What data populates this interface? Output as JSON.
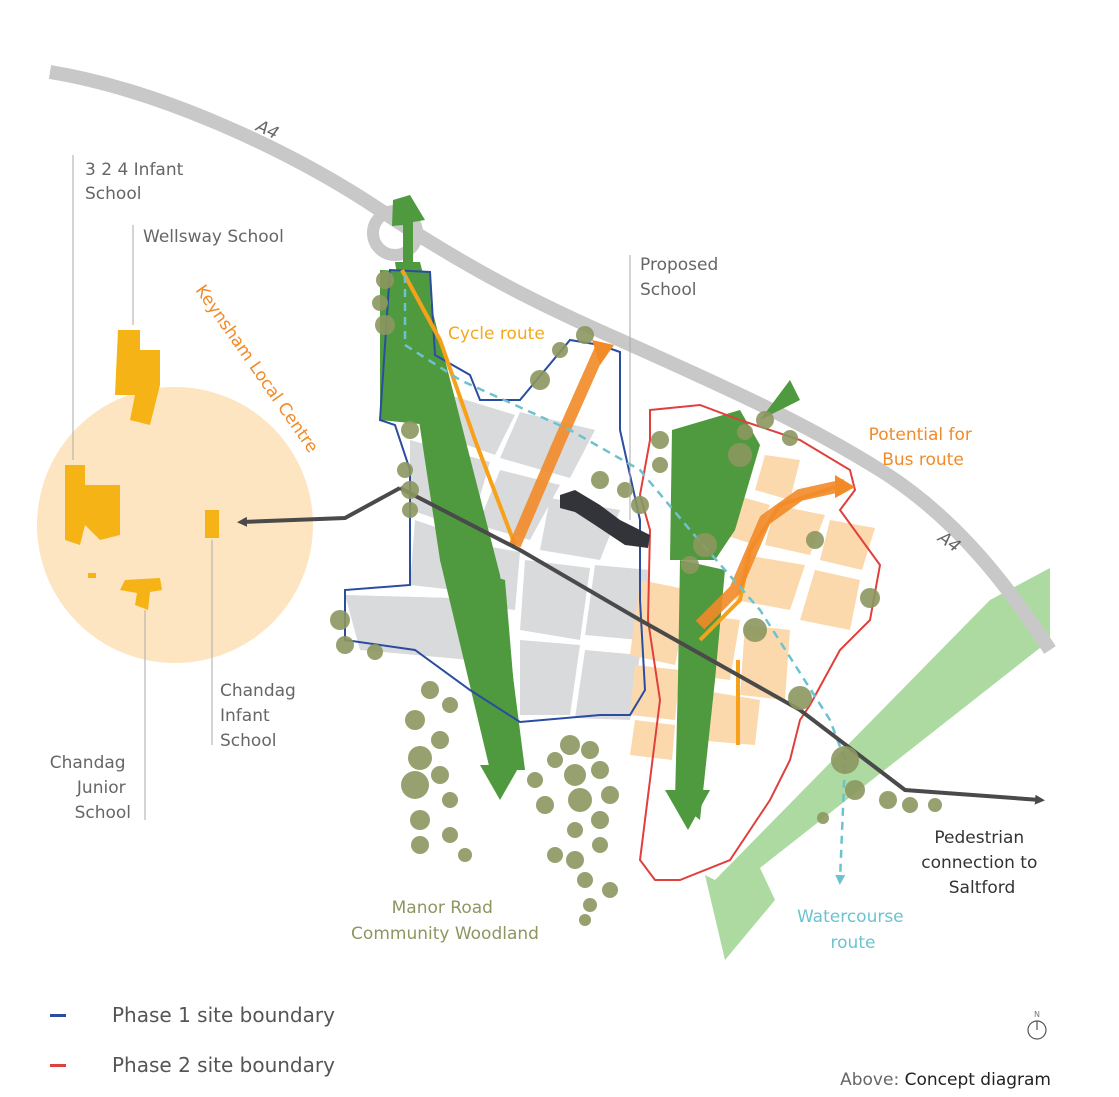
{
  "roads": {
    "a4_label_west": "A4",
    "a4_label_east": "A4"
  },
  "schools": {
    "infant_324": [
      "3 2 4 Infant",
      "School"
    ],
    "wellsway": "Wellsway School",
    "proposed": [
      "Proposed",
      "School"
    ],
    "chandag_infant": [
      "Chandag",
      "Infant",
      "School"
    ],
    "chandag_junior": [
      "Chandag",
      "Junior",
      "School"
    ]
  },
  "areas": {
    "local_centre": "Keynsham Local Centre",
    "woodland": [
      "Manor Road",
      "Community Woodland"
    ]
  },
  "routes": {
    "cycle": "Cycle route",
    "bus": [
      "Potential for",
      "Bus route"
    ],
    "pedestrian": [
      "Pedestrian",
      "connection to",
      "Saltford"
    ],
    "watercourse": [
      "Watercourse",
      "route"
    ]
  },
  "legend": {
    "phase1": "Phase 1 site boundary",
    "phase2": "Phase 2 site boundary"
  },
  "north_marker": "N",
  "caption": {
    "prefix": "Above:",
    "title": "Concept diagram"
  },
  "colors": {
    "phase1_boundary": "#2b4da0",
    "phase2_boundary": "#e0403c",
    "green_corridor": "#4f9a3f",
    "cycle": "#f7a11a",
    "bus": "#f28a28",
    "watercourse": "#6cc3cf",
    "pedestrian": "#4a4a4a",
    "local_centre": "#fde5c2",
    "schools": "#f6b315",
    "trees": "#8c9760"
  }
}
